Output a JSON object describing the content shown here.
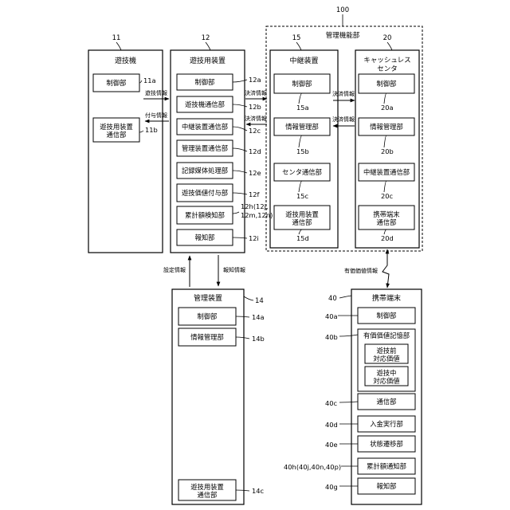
{
  "machine": {
    "ref": "11",
    "title": "遊技機",
    "units": [
      {
        "ref": "11a",
        "label": [
          "制御部"
        ]
      },
      {
        "ref": "11b",
        "label": [
          "遊技用装置",
          "通信部"
        ]
      }
    ]
  },
  "game_device": {
    "ref": "12",
    "title": "遊技用装置",
    "units": [
      {
        "ref": "12a",
        "label": [
          "制御部"
        ]
      },
      {
        "ref": "12b",
        "label": [
          "遊技機通信部"
        ]
      },
      {
        "ref": "12c",
        "label": [
          "中継装置通信部"
        ]
      },
      {
        "ref": "12d",
        "label": [
          "管理装置通信部"
        ]
      },
      {
        "ref": "12e",
        "label": [
          "記録媒体処理部"
        ]
      },
      {
        "ref": "12f",
        "label": [
          "遊技価値付与部"
        ]
      },
      {
        "ref": "12h(12j,\n12m,12n)",
        "label": [
          "累計額検知部"
        ]
      },
      {
        "ref": "12i",
        "label": [
          "報知部"
        ]
      }
    ]
  },
  "management_function": {
    "ref": "100",
    "title": "管理機能部"
  },
  "relay": {
    "ref": "15",
    "title": "中継装置",
    "units": [
      {
        "ref": "15a",
        "label": [
          "制御部"
        ]
      },
      {
        "ref": "15b",
        "label": [
          "情報管理部"
        ]
      },
      {
        "ref": "15c",
        "label": [
          "センタ通信部"
        ]
      },
      {
        "ref": "15d",
        "label": [
          "遊技用装置",
          "通信部"
        ]
      }
    ]
  },
  "cashless": {
    "ref": "20",
    "title": [
      "キャッシュレス",
      "センタ"
    ],
    "units": [
      {
        "ref": "20a",
        "label": [
          "制御部"
        ]
      },
      {
        "ref": "20b",
        "label": [
          "情報管理部"
        ]
      },
      {
        "ref": "20c",
        "label": [
          "中継装置通信部"
        ]
      },
      {
        "ref": "20d",
        "label": [
          "携帯端末",
          "通信部"
        ]
      }
    ]
  },
  "management_device": {
    "ref": "14",
    "title": "管理装置",
    "units": [
      {
        "ref": "14a",
        "label": [
          "制御部"
        ]
      },
      {
        "ref": "14b",
        "label": [
          "情報管理部"
        ]
      },
      {
        "ref": "14c",
        "label": [
          "遊技用装置",
          "通信部"
        ]
      }
    ]
  },
  "mobile": {
    "ref": "40",
    "title": "携帯端末",
    "units": [
      {
        "ref": "40a",
        "label": [
          "制御部"
        ]
      },
      {
        "ref": "40b",
        "label": [
          "有価価値記憶部"
        ]
      },
      {
        "ref": "",
        "label": [
          "遊技前",
          "対応価値"
        ]
      },
      {
        "ref": "",
        "label": [
          "遊技中",
          "対応価値"
        ]
      },
      {
        "ref": "40c",
        "label": [
          "通信部"
        ]
      },
      {
        "ref": "40d",
        "label": [
          "入金実行部"
        ]
      },
      {
        "ref": "40e",
        "label": [
          "状態遷移部"
        ]
      },
      {
        "ref": "40h(40j,40n,40p)",
        "label": [
          "累計額通知部"
        ]
      },
      {
        "ref": "40g",
        "label": [
          "報知部"
        ]
      }
    ]
  },
  "flows": {
    "game_info": "遊技情報",
    "grant_info": "付与情報",
    "settlement_info": "決済情報",
    "settings_info": "設定情報",
    "notify_info": "報知情報",
    "valuable_info": "有価価値情報"
  }
}
